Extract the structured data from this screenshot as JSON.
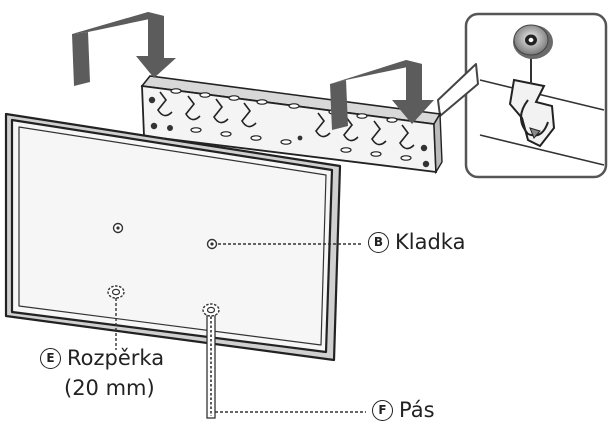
{
  "labels": {
    "pulley": {
      "badge": "B",
      "text": "Kladka"
    },
    "spacer": {
      "badge": "E",
      "text": "Rozpěrka",
      "subtext": "(20 mm)"
    },
    "strap": {
      "badge": "F",
      "text": "Pás"
    }
  },
  "colors": {
    "line": "#222222",
    "arrow": "#5c5c5c",
    "metal": "#f4f4f4",
    "inset_border": "#555555"
  }
}
